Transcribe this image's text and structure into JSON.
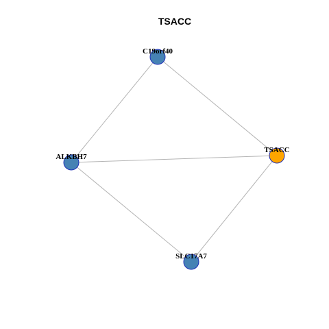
{
  "graph": {
    "title": "TSACC",
    "colors": {
      "query_node": "#ffa500",
      "other_node": "#4682b4",
      "node_border": "#1f2fb8",
      "edge": "#b4b4b4"
    },
    "nodes": [
      {
        "id": "C19orf40",
        "label": "C19orf40",
        "role": "other"
      },
      {
        "id": "ALKBH7",
        "label": "ALKBH7",
        "role": "other"
      },
      {
        "id": "TSACC",
        "label": "TSACC",
        "role": "query"
      },
      {
        "id": "SLC17A7",
        "label": "SLC17A7",
        "role": "other"
      }
    ],
    "edges": [
      {
        "source": "C19orf40",
        "target": "ALKBH7"
      },
      {
        "source": "C19orf40",
        "target": "TSACC"
      },
      {
        "source": "ALKBH7",
        "target": "TSACC"
      },
      {
        "source": "ALKBH7",
        "target": "SLC17A7"
      },
      {
        "source": "TSACC",
        "target": "SLC17A7"
      }
    ]
  }
}
